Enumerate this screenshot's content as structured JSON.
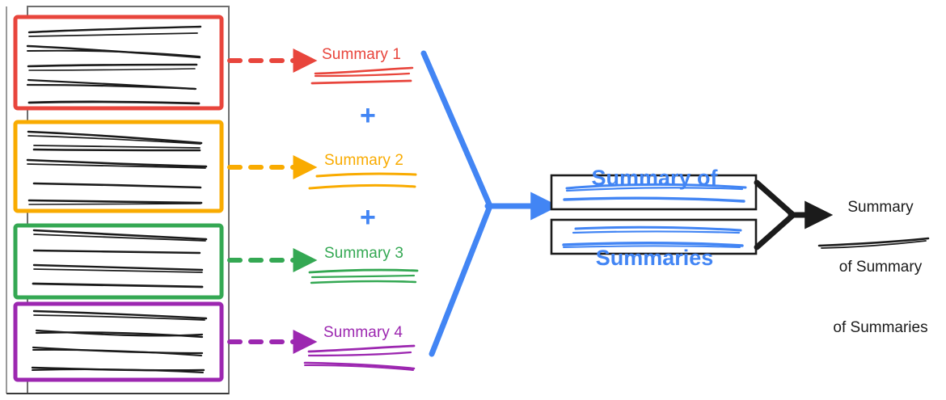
{
  "figure": {
    "title_text_visible": false,
    "background": "#ffffff",
    "palette": {
      "red": "#E8453C",
      "orange": "#F9AB00",
      "green": "#34A853",
      "purple": "#9C27B0",
      "blue": "#4285F4",
      "black": "#1B1B1B",
      "gray_outline": "#8A8A8A"
    }
  },
  "source_document": {
    "name": "source-document",
    "outline_color": "#6f6f6f",
    "chunks": [
      {
        "id": "chunk-1",
        "color": "#E8453C",
        "line_count": 5,
        "label": "red-chunk"
      },
      {
        "id": "chunk-2",
        "color": "#F9AB00",
        "line_count": 5,
        "label": "orange-chunk"
      },
      {
        "id": "chunk-3",
        "color": "#34A853",
        "line_count": 4,
        "label": "green-chunk"
      },
      {
        "id": "chunk-4",
        "color": "#9C27B0",
        "line_count": 4,
        "label": "purple-chunk"
      }
    ]
  },
  "summaries": [
    {
      "id": "summary-1",
      "label": "Summary 1",
      "color": "#E8453C",
      "arrow": "dashed-arrow-red",
      "squiggle_lines": 3
    },
    {
      "id": "summary-2",
      "label": "Summary 2",
      "color": "#F9AB00",
      "arrow": "dashed-arrow-orange",
      "squiggle_lines": 2
    },
    {
      "id": "summary-3",
      "label": "Summary 3",
      "color": "#34A853",
      "arrow": "dashed-arrow-green",
      "squiggle_lines": 3
    },
    {
      "id": "summary-4",
      "label": "Summary 4",
      "color": "#9C27B0",
      "arrow": "dashed-arrow-purple",
      "squiggle_lines": 3
    }
  ],
  "operators": {
    "plus_symbol": "+",
    "plus_color": "#4285F4",
    "plus_count": 3
  },
  "merge": {
    "name": "blue-merge-arrow",
    "color": "#4285F4"
  },
  "summary_of_summaries": {
    "title_line_1": "Summary of",
    "title_line_2": "Summaries",
    "color": "#4285F4",
    "boxes": [
      {
        "id": "sos-box-1",
        "squiggle_lines": 2,
        "squiggle_color": "#4285F4",
        "border_color": "#1B1B1B"
      },
      {
        "id": "sos-box-2",
        "squiggle_lines": 2,
        "squiggle_color": "#4285F4",
        "border_color": "#1B1B1B"
      }
    ]
  },
  "final_merge": {
    "name": "black-merge-arrow",
    "color": "#1B1B1B"
  },
  "final_output": {
    "title_line_1": "Summary",
    "title_line_2": "of Summary",
    "title_line_3": "of Summaries",
    "color": "#1B1B1B",
    "squiggle_lines": 1,
    "squiggle_color": "#1B1B1B"
  }
}
